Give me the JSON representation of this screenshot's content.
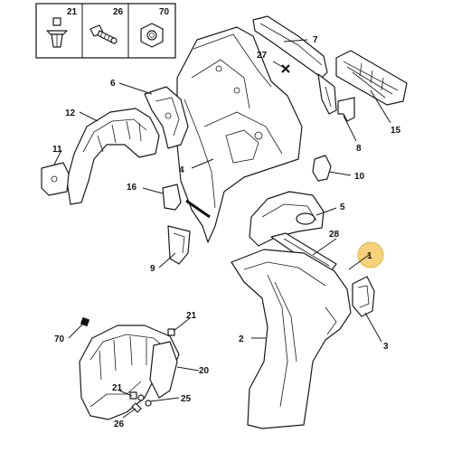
{
  "callouts": {
    "c1": "1",
    "c2": "2",
    "c3": "3",
    "c4": "4",
    "c5": "5",
    "c6": "6",
    "c7": "7",
    "c8": "8",
    "c9": "9",
    "c10": "10",
    "c11": "11",
    "c12": "12",
    "c15": "15",
    "c16": "16",
    "c20": "20",
    "c21a": "21",
    "c21b": "21",
    "c25": "25",
    "c26": "26",
    "c27": "27",
    "c28": "28",
    "c70": "70"
  },
  "fastener_box": {
    "labels": [
      "21",
      "26",
      "70"
    ]
  },
  "colors": {
    "highlight": "#f5d27a",
    "highlight_stroke": "#e2b650",
    "ink": "#1a1a1a"
  }
}
